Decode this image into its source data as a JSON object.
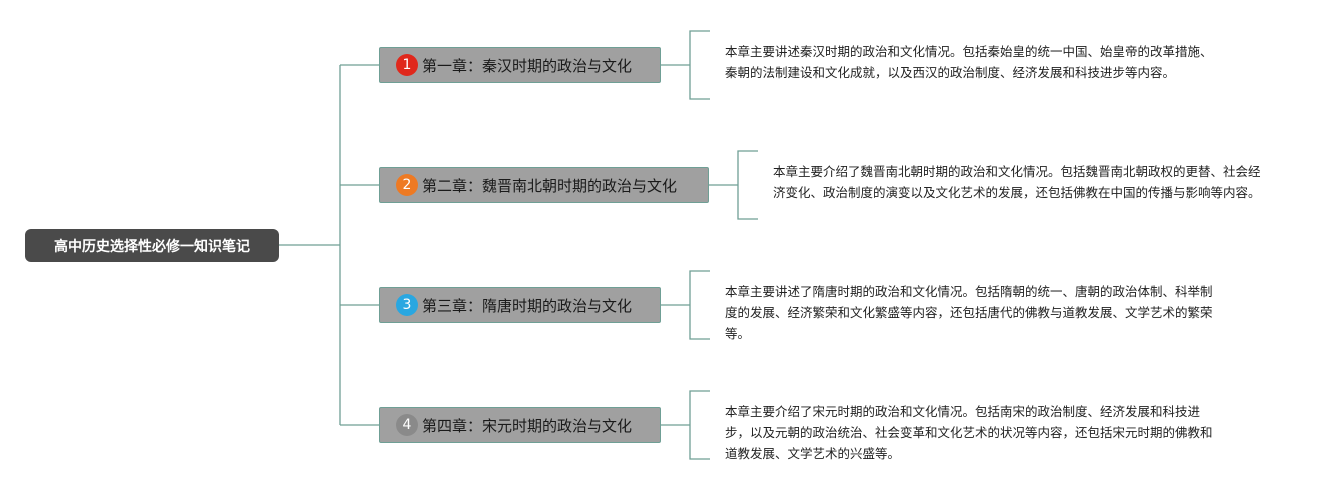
{
  "root": {
    "label": "高中历史选择性必修一知识笔记"
  },
  "chapters": [
    {
      "number": "1",
      "title": "第一章：秦汉时期的政治与文化",
      "badge_color": "#e0281c",
      "description": "本章主要讲述秦汉时期的政治和文化情况。包括秦始皇的统一中国、始皇帝的改革措施、秦朝的法制建设和文化成就，以及西汉的政治制度、经济发展和科技进步等内容。"
    },
    {
      "number": "2",
      "title": "第二章：魏晋南北朝时期的政治与文化",
      "badge_color": "#ee7a23",
      "description": "本章主要介绍了魏晋南北朝时期的政治和文化情况。包括魏晋南北朝政权的更替、社会经济变化、政治制度的演变以及文化艺术的发展，还包括佛教在中国的传播与影响等内容。"
    },
    {
      "number": "3",
      "title": "第三章：隋唐时期的政治与文化",
      "badge_color": "#29a7e1",
      "description": "本章主要讲述了隋唐时期的政治和文化情况。包括隋朝的统一、唐朝的政治体制、科举制度的发展、经济繁荣和文化繁盛等内容，还包括唐代的佛教与道教发展、文学艺术的繁荣等。"
    },
    {
      "number": "4",
      "title": "第四章：宋元时期的政治与文化",
      "badge_color": "#8a8a8a",
      "description": "本章主要介绍了宋元时期的政治和文化情况。包括南宋的政治制度、经济发展和科技进步，以及元朝的政治统治、社会变革和文化艺术的状况等内容，还包括宋元时期的佛教和道教发展、文学艺术的兴盛等。"
    }
  ],
  "colors": {
    "connector": "#6f9f95",
    "root_bg": "#4a4a4a",
    "node_bg": "#a0a0a0"
  }
}
